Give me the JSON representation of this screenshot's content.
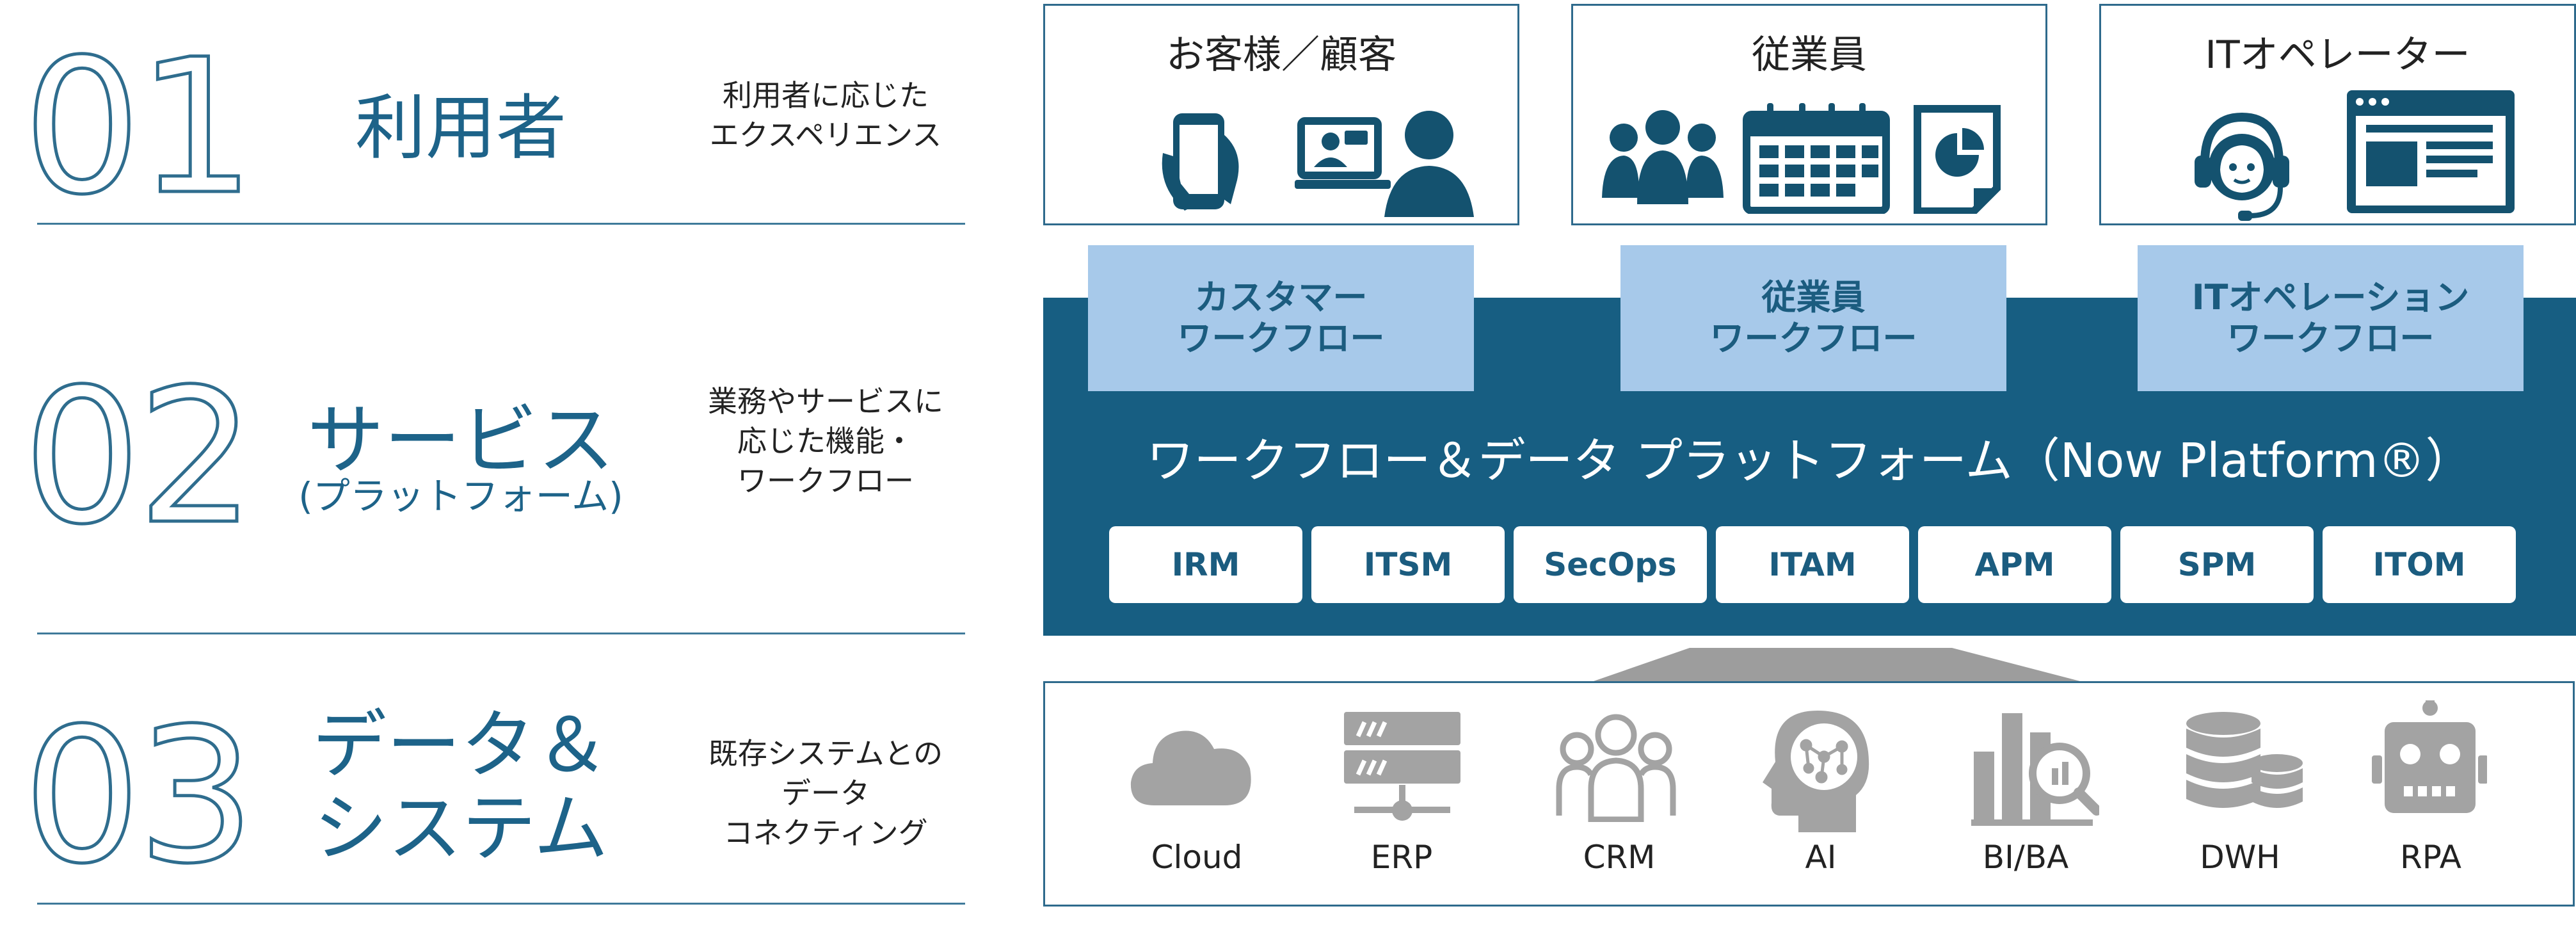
{
  "layers": [
    {
      "number": "01",
      "title": "利用者",
      "subtitle": "",
      "desc": [
        "利用者に応じた",
        "エクスペリエンス"
      ]
    },
    {
      "number": "02",
      "title": "サービス",
      "subtitle": "(プラットフォーム)",
      "desc": [
        "業務やサービスに",
        "応じた機能・",
        "ワークフロー"
      ]
    },
    {
      "number": "03",
      "title_lines": [
        "データ＆",
        "システム"
      ],
      "desc": [
        "既存システムとの",
        "データ",
        "コネクティング"
      ]
    }
  ],
  "users": [
    {
      "label": "お客様／顧客",
      "icons": [
        "smartphone-icon",
        "video-call-icon"
      ]
    },
    {
      "label": "従業員",
      "icons": [
        "people-group-icon",
        "calendar-icon",
        "report-chart-icon"
      ]
    },
    {
      "label": "ITオペレーター",
      "icons": [
        "headset-operator-icon",
        "dashboard-window-icon"
      ]
    }
  ],
  "workflows": [
    {
      "line1": "カスタマー",
      "line2": "ワークフロー"
    },
    {
      "line1": "従業員",
      "line2": "ワークフロー"
    },
    {
      "line1": "ITオペレーション",
      "line2": "ワークフロー"
    }
  ],
  "platform_label": "ワークフロー＆データ プラットフォーム（Now Platform®）",
  "modules": [
    "IRM",
    "ITSM",
    "SecOps",
    "ITAM",
    "APM",
    "SPM",
    "ITOM"
  ],
  "systems": [
    {
      "label": "Cloud",
      "icon": "cloud-icon"
    },
    {
      "label": "ERP",
      "icon": "server-icon"
    },
    {
      "label": "CRM",
      "icon": "people-outline-icon"
    },
    {
      "label": "AI",
      "icon": "ai-head-icon"
    },
    {
      "label": "BI/BA",
      "icon": "analytics-magnifier-icon"
    },
    {
      "label": "DWH",
      "icon": "database-icon"
    },
    {
      "label": "RPA",
      "icon": "robot-icon"
    }
  ],
  "colors": {
    "primary": "#175e82",
    "workflow_fill": "#a7c9ea",
    "icon_dark": "#14526f",
    "icon_gray": "#a3a3a3"
  }
}
